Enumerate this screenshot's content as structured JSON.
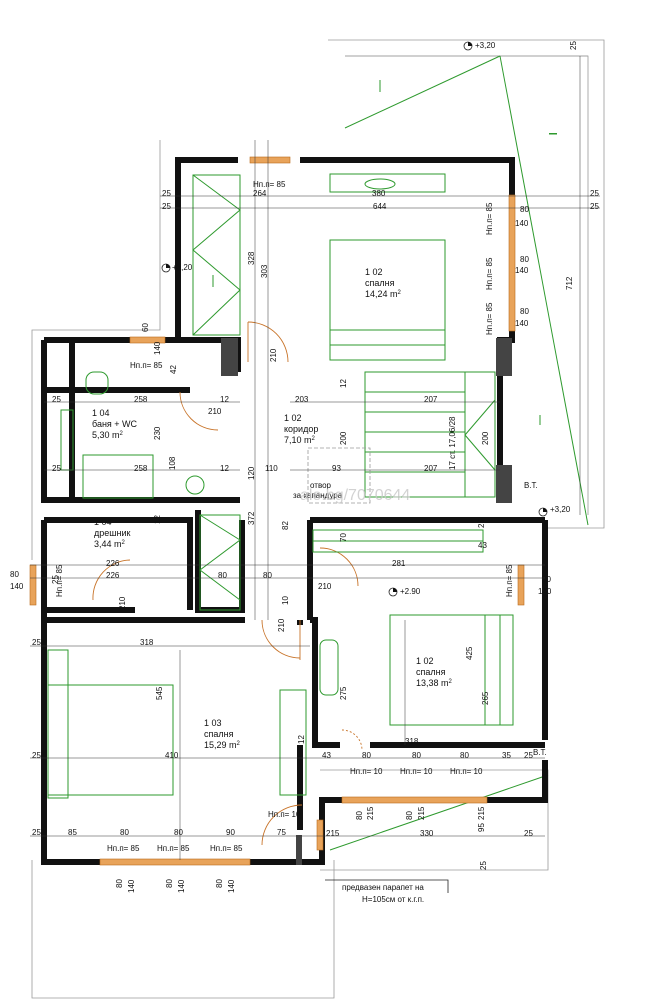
{
  "rooms": {
    "bedroom_top": {
      "number": "1 02",
      "name": "спалня",
      "area": "14,24 m",
      "sup": "2"
    },
    "bathroom": {
      "number": "1 04",
      "name": "баня + WC",
      "area": "5,30 m",
      "sup": "2"
    },
    "corridor": {
      "number": "1 02",
      "name": "коридор",
      "area": "7,10 m",
      "sup": "2"
    },
    "wardrobe": {
      "number": "1 04",
      "name": "дрешник",
      "area": "3,44 m",
      "sup": "2"
    },
    "bedroom_right": {
      "number": "1 02",
      "name": "спалня",
      "area": "13,38 m",
      "sup": "2"
    },
    "bedroom_left": {
      "number": "1 03",
      "name": "спалня",
      "area": "15,29 m",
      "sup": "2"
    }
  },
  "levels": {
    "top_terrace": "+3,20",
    "left_upper": "+3,20",
    "right_mid": "+3,20",
    "floor": "+2.90"
  },
  "labels": {
    "sill_85": "Нп.п= 85",
    "sill_10": "Нп.п= 10",
    "bt": "B.T.",
    "opening_line1": "отвор",
    "opening_line2": "за капандура",
    "stair": "17 ст. 17,06/28",
    "watermark": "alo.bg/7070644",
    "parapet_line1": "предвазен парапет на",
    "parapet_line2": "H=105см от к.г.п."
  },
  "dimensions": {
    "d25": "25",
    "d60": "60",
    "d80": "80",
    "d90": "90",
    "d140": "140",
    "d264": "264",
    "d380": "380",
    "d644": "644",
    "d328": "328",
    "d303": "303",
    "d712": "712",
    "d210": "210",
    "d12": "12",
    "d203": "203",
    "d207": "207",
    "d258": "258",
    "d230": "230",
    "d108": "108",
    "d120": "120",
    "d110": "110",
    "d93": "93",
    "d200": "200",
    "d42": "42",
    "d70": "70",
    "d281": "281",
    "d43": "43",
    "d226": "226",
    "d75": "75",
    "d372": "372",
    "d82": "82",
    "d10": "10",
    "d318": "318",
    "d545": "545",
    "d410": "410",
    "d425": "425",
    "d275": "275",
    "d265": "265",
    "d35": "35",
    "d215": "215",
    "d330": "330",
    "d95": "95",
    "d85": "85"
  }
}
